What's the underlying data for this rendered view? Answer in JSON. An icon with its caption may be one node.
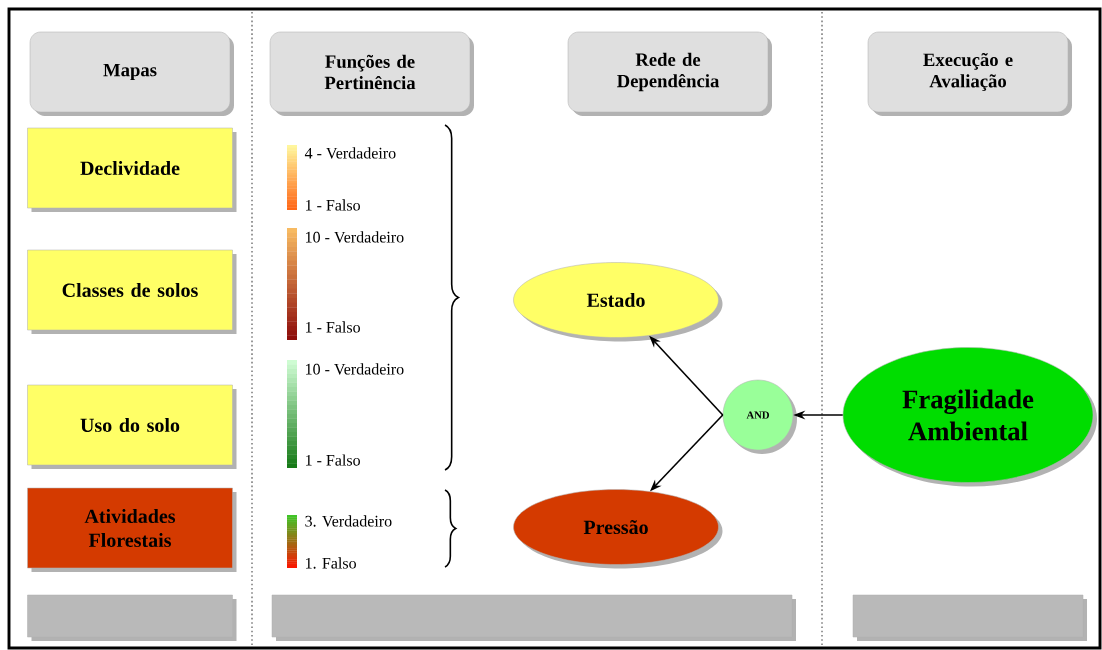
{
  "diagram": {
    "nodes": [
      {
        "text": [
          "Mapas"
        ]
      },
      {
        "text": [
          "Funções de Pertinência"
        ]
      },
      {
        "text": [
          "Rede de Dependência"
        ]
      },
      {
        "text": [
          "Execução e Avaliação"
        ]
      },
      {
        "text": [
          "Declividade"
        ]
      },
      {
        "text": [
          "Classes de solos"
        ]
      },
      {
        "text": [
          "Uso do solo"
        ]
      },
      {
        "text": [
          "Atividades Florestais"
        ]
      },
      {
        "text": [
          "Estado"
        ]
      },
      {
        "text": [
          "Pressão"
        ]
      },
      {
        "text": [
          "AND"
        ]
      },
      {
        "text": [
          "Fragilidade Ambiental"
        ]
      },
      {
        "text": [],
        "shape": "bar"
      },
      {
        "text": [],
        "shape": "bar"
      },
      {
        "text": [],
        "shape": "bar"
      }
    ],
    "edges": [
      {
        "from": 11,
        "to": 10,
        "arrow": "to"
      },
      {
        "from": 10,
        "to": 8,
        "arrow": "to"
      },
      {
        "from": 10,
        "to": 9,
        "arrow": "to"
      }
    ],
    "labels": [
      "4 - Verdadeiro",
      "1 - Falso",
      "10 - Verdadeiro",
      "1 - Falso",
      "10 - Verdadeiro",
      "1 - Falso",
      "3. Verdadeiro",
      "1. Falso"
    ]
  }
}
